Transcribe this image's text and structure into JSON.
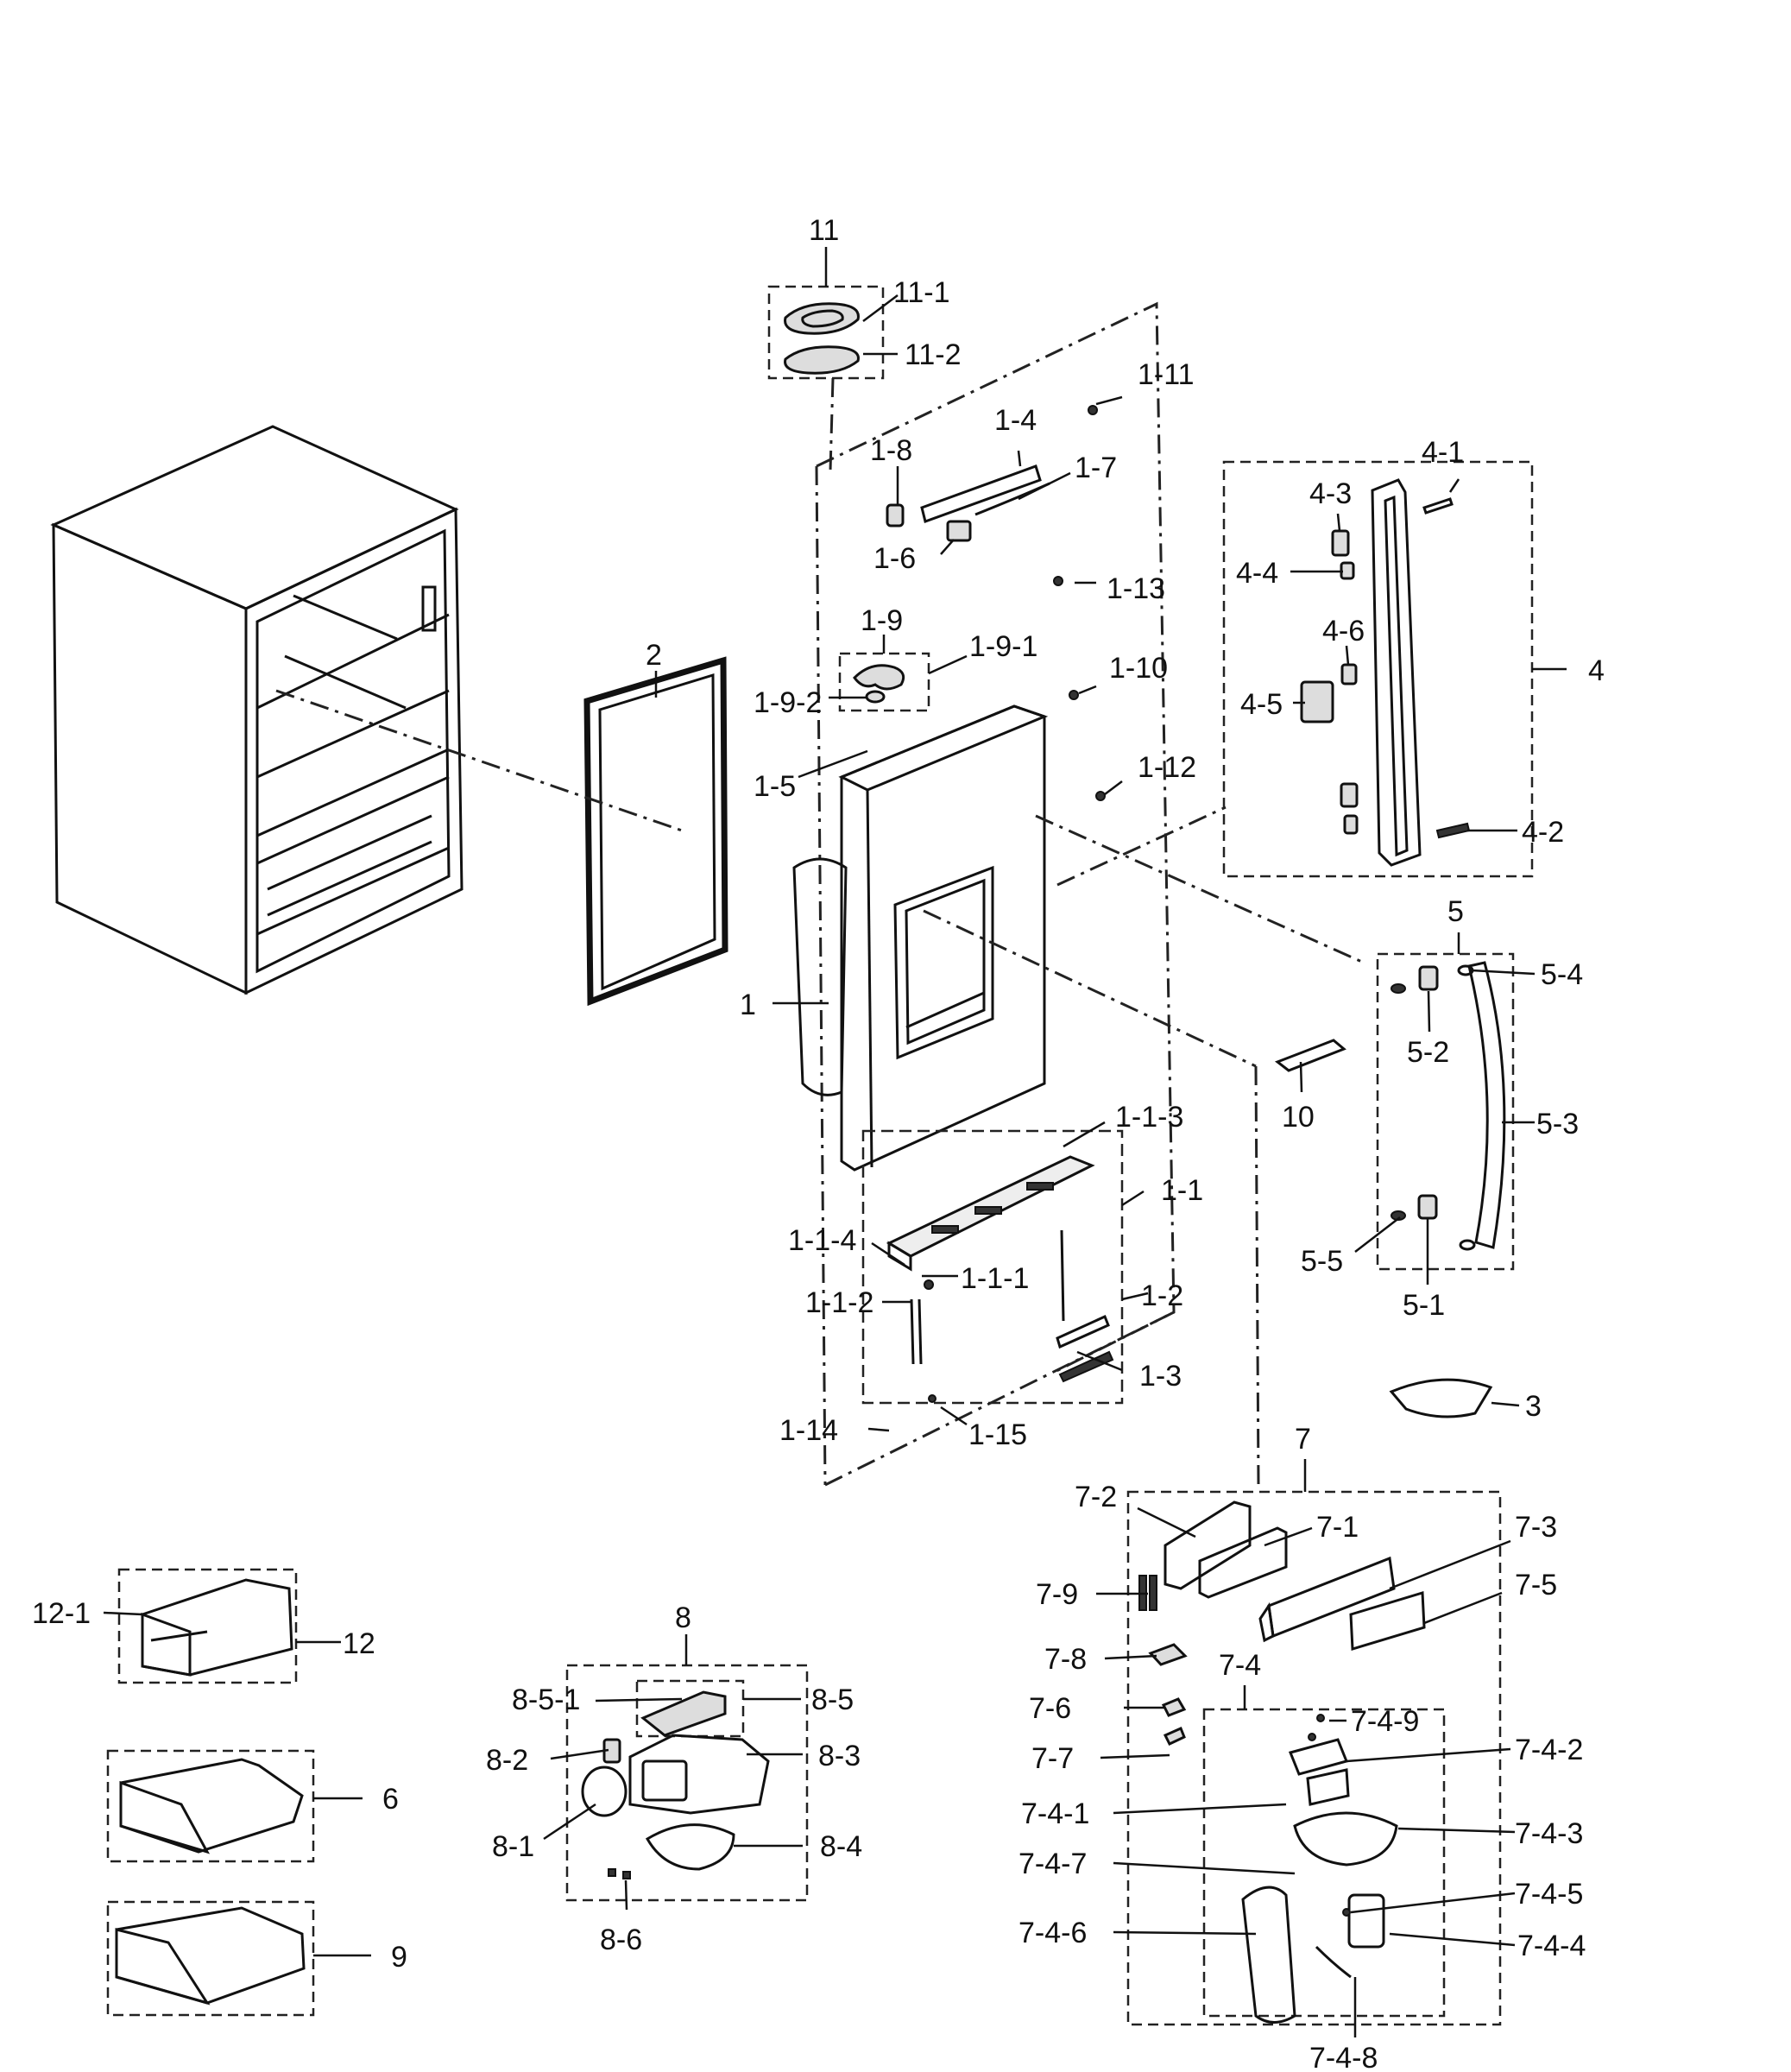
{
  "labels": {
    "l11": "11",
    "l11_1": "11-1",
    "l11_2": "11-2",
    "l1_11": "1-11",
    "l1_4": "1-4",
    "l1_8": "1-8",
    "l1_7": "1-7",
    "l1_6": "1-6",
    "l1_13": "1-13",
    "l1_9": "1-9",
    "l1_9_1": "1-9-1",
    "l1_9_2": "1-9-2",
    "l1_10": "1-10",
    "l1_5": "1-5",
    "l1_12": "1-12",
    "l2": "2",
    "l1": "1",
    "l1_1_3": "1-1-3",
    "l1_1": "1-1",
    "l1_1_4": "1-1-4",
    "l1_1_1": "1-1-1",
    "l1_1_2": "1-1-2",
    "l1_2": "1-2",
    "l1_3": "1-3",
    "l1_14": "1-14",
    "l1_15": "1-15",
    "l4_1": "4-1",
    "l4_3": "4-3",
    "l4_4": "4-4",
    "l4_6": "4-6",
    "l4": "4",
    "l4_5": "4-5",
    "l4_2": "4-2",
    "l5": "5",
    "l5_4": "5-4",
    "l5_2": "5-2",
    "l5_3": "5-3",
    "l10": "10",
    "l5_5": "5-5",
    "l5_1": "5-1",
    "l3": "3",
    "l7": "7",
    "l7_2": "7-2",
    "l7_1": "7-1",
    "l7_3": "7-3",
    "l7_9": "7-9",
    "l7_5": "7-5",
    "l7_8": "7-8",
    "l7_4": "7-4",
    "l7_6": "7-6",
    "l7_4_9": "7-4-9",
    "l7_7": "7-7",
    "l7_4_2": "7-4-2",
    "l7_4_1": "7-4-1",
    "l7_4_3": "7-4-3",
    "l7_4_7": "7-4-7",
    "l7_4_5": "7-4-5",
    "l7_4_6": "7-4-6",
    "l7_4_4": "7-4-4",
    "l7_4_8": "7-4-8",
    "l12_1": "12-1",
    "l12": "12",
    "l8": "8",
    "l8_5_1": "8-5-1",
    "l8_5": "8-5",
    "l8_2": "8-2",
    "l8_3": "8-3",
    "l8_1": "8-1",
    "l8_4": "8-4",
    "l8_6": "8-6",
    "l6": "6",
    "l9": "9"
  }
}
